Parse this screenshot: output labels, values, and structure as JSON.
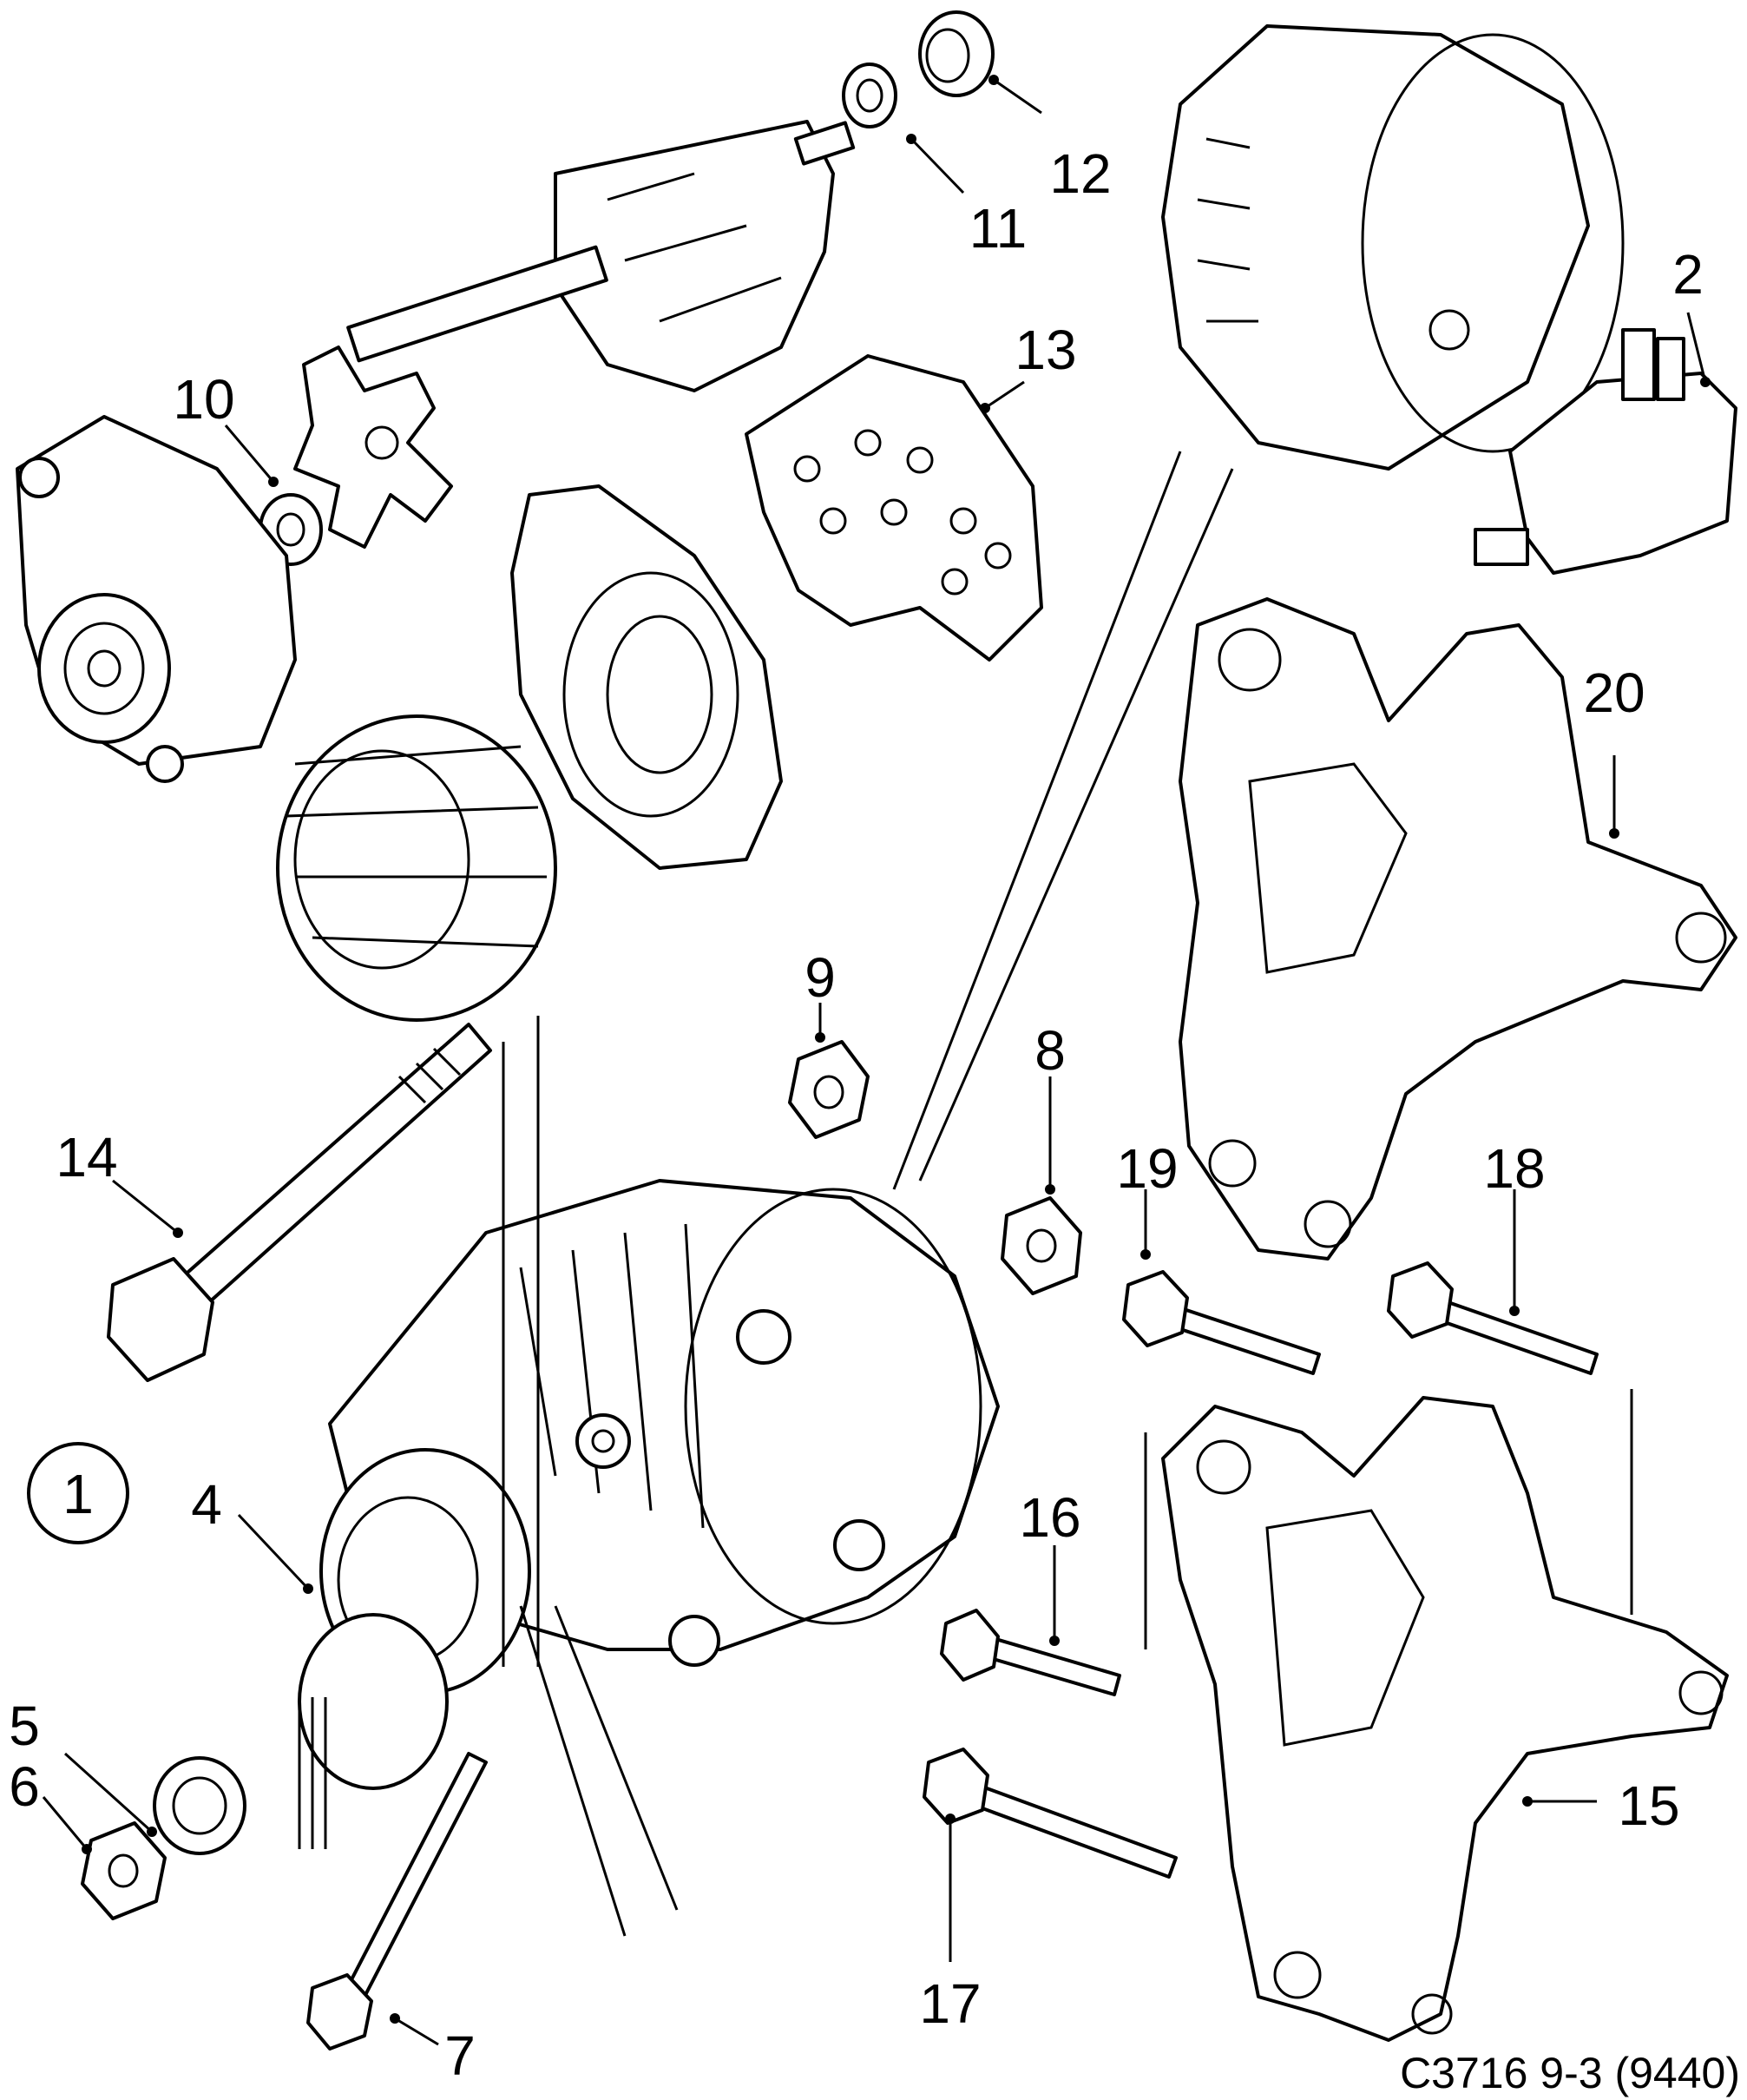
{
  "diagram": {
    "reference_code": "C3716 9-3 (9440)",
    "assembly_label": "1",
    "callouts": [
      "2",
      "4",
      "5",
      "6",
      "7",
      "8",
      "9",
      "10",
      "11",
      "12",
      "13",
      "14",
      "15",
      "16",
      "17",
      "18",
      "19",
      "20"
    ]
  }
}
